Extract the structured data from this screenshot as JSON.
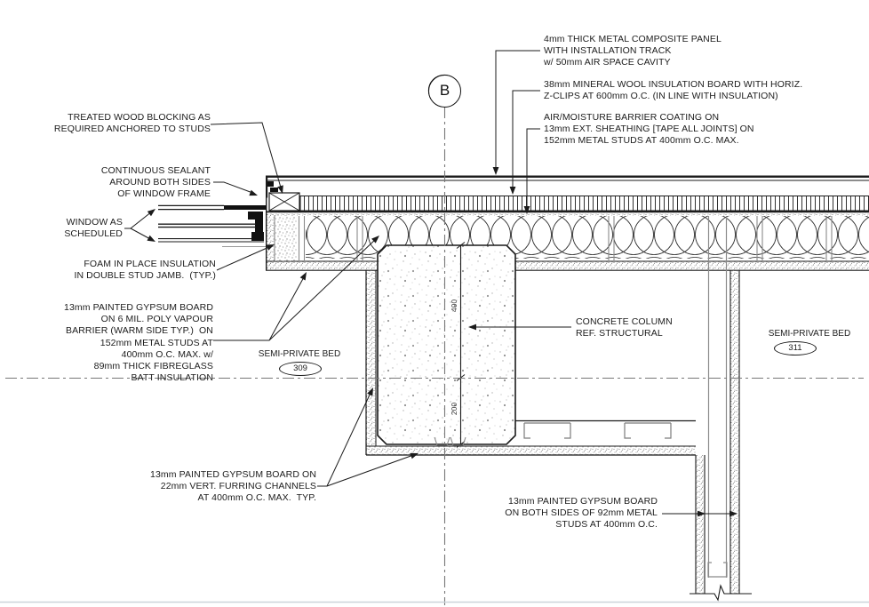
{
  "drawing": {
    "grid_bubble": "B",
    "dimensions": {
      "upper": "400",
      "lower": "200"
    },
    "rooms": [
      {
        "name": "SEMI-PRIVATE BED",
        "number": "309"
      },
      {
        "name": "SEMI-PRIVATE BED",
        "number": "311"
      }
    ],
    "annotations": {
      "metal_panel": "4mm THICK METAL COMPOSITE PANEL\nWITH INSTALLATION TRACK\nw/ 50mm AIR SPACE CAVITY",
      "mineral_wool": "38mm MINERAL WOOL INSULATION BOARD WITH HORIZ.\nZ-CLIPS AT 600mm O.C. (IN LINE WITH INSULATION)",
      "air_barrier": "AIR/MOISTURE BARRIER COATING ON\n13mm EXT. SHEATHING [TAPE ALL JOINTS] ON\n152mm METAL STUDS AT 400mm O.C. MAX.",
      "wood_blocking": "TREATED WOOD BLOCKING AS\nREQUIRED ANCHORED TO STUDS",
      "sealant": "CONTINUOUS SEALANT\nAROUND BOTH SIDES\nOF WINDOW FRAME",
      "window": "WINDOW AS\nSCHEDULED",
      "foam": "FOAM IN PLACE INSULATION\nIN DOUBLE STUD JAMB.  (TYP.)",
      "gypsum_exterior_wall": "13mm PAINTED GYPSUM BOARD\nON 6 MIL. POLY VAPOUR\nBARRIER (WARM SIDE TYP.)  ON\n152mm METAL STUDS AT\n400mm O.C. MAX. w/\n89mm THICK FIBREGLASS\nBATT INSULATION",
      "concrete_column": "CONCRETE COLUMN\nREF. STRUCTURAL",
      "gypsum_furring": "13mm PAINTED GYPSUM BOARD ON\n22mm VERT. FURRING CHANNELS\nAT 400mm O.C. MAX.  TYP.",
      "gypsum_partition": "13mm PAINTED GYPSUM BOARD\nON BOTH SIDES OF 92mm METAL\nSTUDS AT 400mm O.C."
    },
    "colors": {
      "line": "#1b1b1b",
      "centerline": "#777777",
      "stud": "#8a8a8a"
    }
  }
}
